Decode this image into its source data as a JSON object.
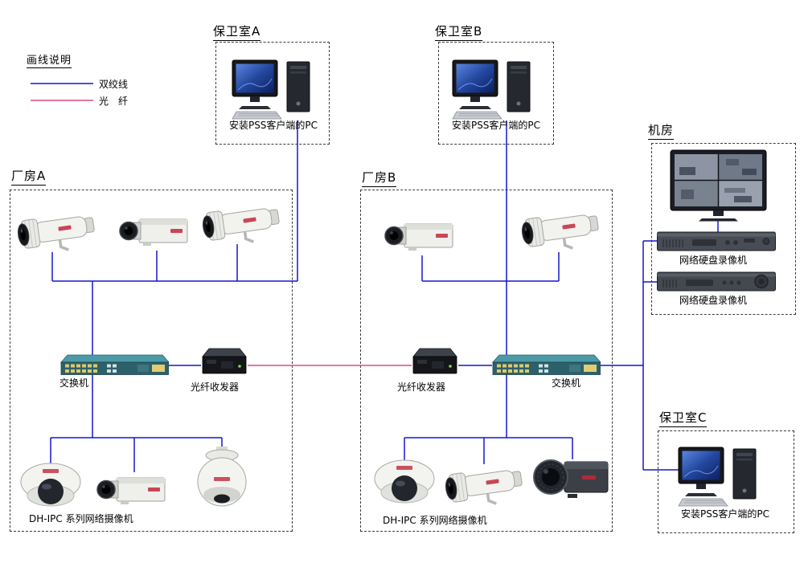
{
  "legend": {
    "title": "画线说明",
    "twisted_label": "双绞线",
    "fiber_label": "光　纤"
  },
  "colors": {
    "twisted": "#1717cf",
    "fiber": "#e0487a"
  },
  "rooms": {
    "guard_a": {
      "label": "保卫室A",
      "pc_caption": "安装PSS客户端的PC"
    },
    "guard_b": {
      "label": "保卫室B",
      "pc_caption": "安装PSS客户端的PC"
    },
    "guard_c": {
      "label": "保卫室C",
      "pc_caption": "安装PSS客户端的PC"
    },
    "server_room": {
      "label": "机房",
      "nvr1_label": "网络硬盘录像机",
      "nvr2_label": "网络硬盘录像机"
    },
    "plant_a": {
      "label": "厂房A",
      "switch_label": "交换机",
      "transceiver_label": "光纤收发器",
      "cameras_caption": "DH-IPC 系列网络摄像机"
    },
    "plant_b": {
      "label": "厂房B",
      "switch_label": "交换机",
      "transceiver_label": "光纤收发器",
      "cameras_caption": "DH-IPC 系列网络摄像机"
    }
  },
  "connections": [
    {
      "name": "legend-twisted-sample",
      "type": "twisted",
      "points": [
        [
          38,
          104
        ],
        [
          116,
          104
        ]
      ]
    },
    {
      "name": "legend-fiber-sample",
      "type": "fiber",
      "points": [
        [
          38,
          125
        ],
        [
          116,
          125
        ]
      ]
    },
    {
      "name": "guard-a-pc-link",
      "type": "twisted",
      "points": [
        [
          370,
          150
        ],
        [
          370,
          350
        ]
      ]
    },
    {
      "name": "plant-a-top-bus",
      "type": "twisted",
      "points": [
        [
          65,
          350
        ],
        [
          370,
          350
        ]
      ]
    },
    {
      "name": "plant-a-cam1-drop",
      "type": "twisted",
      "points": [
        [
          65,
          314
        ],
        [
          65,
          350
        ]
      ]
    },
    {
      "name": "plant-a-cam2-drop",
      "type": "twisted",
      "points": [
        [
          195,
          312
        ],
        [
          195,
          350
        ]
      ]
    },
    {
      "name": "plant-a-cam3-drop",
      "type": "twisted",
      "points": [
        [
          295,
          304
        ],
        [
          295,
          350
        ]
      ]
    },
    {
      "name": "plant-a-bus-to-switch",
      "type": "twisted",
      "points": [
        [
          115,
          350
        ],
        [
          115,
          442
        ]
      ]
    },
    {
      "name": "plant-a-switch-to-transceiver",
      "type": "twisted",
      "points": [
        [
          210,
          455
        ],
        [
          250,
          455
        ]
      ]
    },
    {
      "name": "fiber-backbone",
      "type": "fiber",
      "points": [
        [
          308,
          455
        ],
        [
          512,
          455
        ]
      ]
    },
    {
      "name": "plant-b-transceiver-to-switch",
      "type": "twisted",
      "points": [
        [
          570,
          455
        ],
        [
          612,
          455
        ]
      ]
    },
    {
      "name": "guard-b-pc-link",
      "type": "twisted",
      "points": [
        [
          630,
          150
        ],
        [
          630,
          442
        ]
      ]
    },
    {
      "name": "plant-b-top-bus",
      "type": "twisted",
      "points": [
        [
          525,
          350
        ],
        [
          695,
          350
        ]
      ]
    },
    {
      "name": "plant-b-cam1-drop",
      "type": "twisted",
      "points": [
        [
          525,
          318
        ],
        [
          525,
          350
        ]
      ]
    },
    {
      "name": "plant-b-cam2-drop",
      "type": "twisted",
      "points": [
        [
          695,
          314
        ],
        [
          695,
          350
        ]
      ]
    },
    {
      "name": "plant-a-switch-down",
      "type": "twisted",
      "points": [
        [
          115,
          466
        ],
        [
          115,
          545
        ]
      ]
    },
    {
      "name": "plant-a-bottom-bus",
      "type": "twisted",
      "points": [
        [
          63,
          545
        ],
        [
          276,
          545
        ]
      ]
    },
    {
      "name": "plant-a-dome-drop",
      "type": "twisted",
      "points": [
        [
          63,
          545
        ],
        [
          63,
          578
        ]
      ]
    },
    {
      "name": "plant-a-boxcam2-drop",
      "type": "twisted",
      "points": [
        [
          167,
          545
        ],
        [
          167,
          588
        ]
      ]
    },
    {
      "name": "plant-a-ptz-drop",
      "type": "twisted",
      "points": [
        [
          276,
          545
        ],
        [
          276,
          560
        ]
      ]
    },
    {
      "name": "plant-b-switch-down",
      "type": "twisted",
      "points": [
        [
          630,
          466
        ],
        [
          630,
          545
        ]
      ]
    },
    {
      "name": "plant-b-bottom-bus",
      "type": "twisted",
      "points": [
        [
          503,
          545
        ],
        [
          712,
          545
        ]
      ]
    },
    {
      "name": "plant-b-dome-drop",
      "type": "twisted",
      "points": [
        [
          503,
          545
        ],
        [
          503,
          574
        ]
      ]
    },
    {
      "name": "plant-b-bullet2-drop",
      "type": "twisted",
      "points": [
        [
          602,
          545
        ],
        [
          602,
          578
        ]
      ]
    },
    {
      "name": "plant-b-biglens-drop",
      "type": "twisted",
      "points": [
        [
          712,
          545
        ],
        [
          712,
          572
        ]
      ]
    },
    {
      "name": "switch-b-to-trunk",
      "type": "twisted",
      "points": [
        [
          747,
          455
        ],
        [
          800,
          455
        ]
      ]
    },
    {
      "name": "server-room-trunk",
      "type": "twisted",
      "points": [
        [
          800,
          300
        ],
        [
          800,
          585
        ]
      ]
    },
    {
      "name": "nvr1-stub",
      "type": "twisted",
      "points": [
        [
          800,
          300
        ],
        [
          817,
          300
        ]
      ]
    },
    {
      "name": "nvr2-stub",
      "type": "twisted",
      "points": [
        [
          800,
          351
        ],
        [
          817,
          351
        ]
      ]
    },
    {
      "name": "monitor-to-nvr1",
      "type": "twisted",
      "points": [
        [
          893,
          272
        ],
        [
          893,
          289
        ]
      ]
    },
    {
      "name": "guard-c-pc-stub",
      "type": "twisted",
      "points": [
        [
          800,
          585
        ],
        [
          845,
          585
        ]
      ]
    }
  ]
}
